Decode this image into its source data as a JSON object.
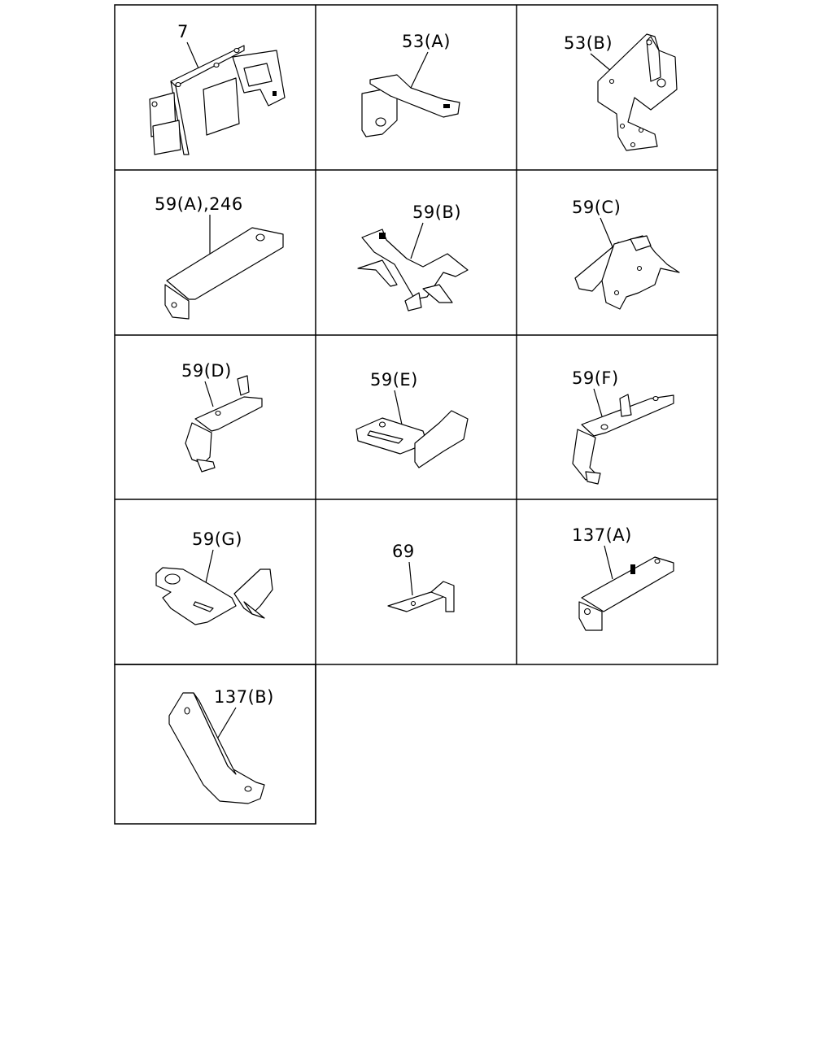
{
  "diagram": {
    "cells": [
      {
        "id": "c1",
        "label": "7"
      },
      {
        "id": "c2",
        "label": "53(A)"
      },
      {
        "id": "c3",
        "label": "53(B)"
      },
      {
        "id": "c4",
        "label": "59(A),246"
      },
      {
        "id": "c5",
        "label": "59(B)"
      },
      {
        "id": "c6",
        "label": "59(C)"
      },
      {
        "id": "c7",
        "label": "59(D)"
      },
      {
        "id": "c8",
        "label": "59(E)"
      },
      {
        "id": "c9",
        "label": "59(F)"
      },
      {
        "id": "c10",
        "label": "59(G)"
      },
      {
        "id": "c11",
        "label": "69"
      },
      {
        "id": "c12",
        "label": "137(A)"
      },
      {
        "id": "c13",
        "label": "137(B)"
      }
    ]
  }
}
